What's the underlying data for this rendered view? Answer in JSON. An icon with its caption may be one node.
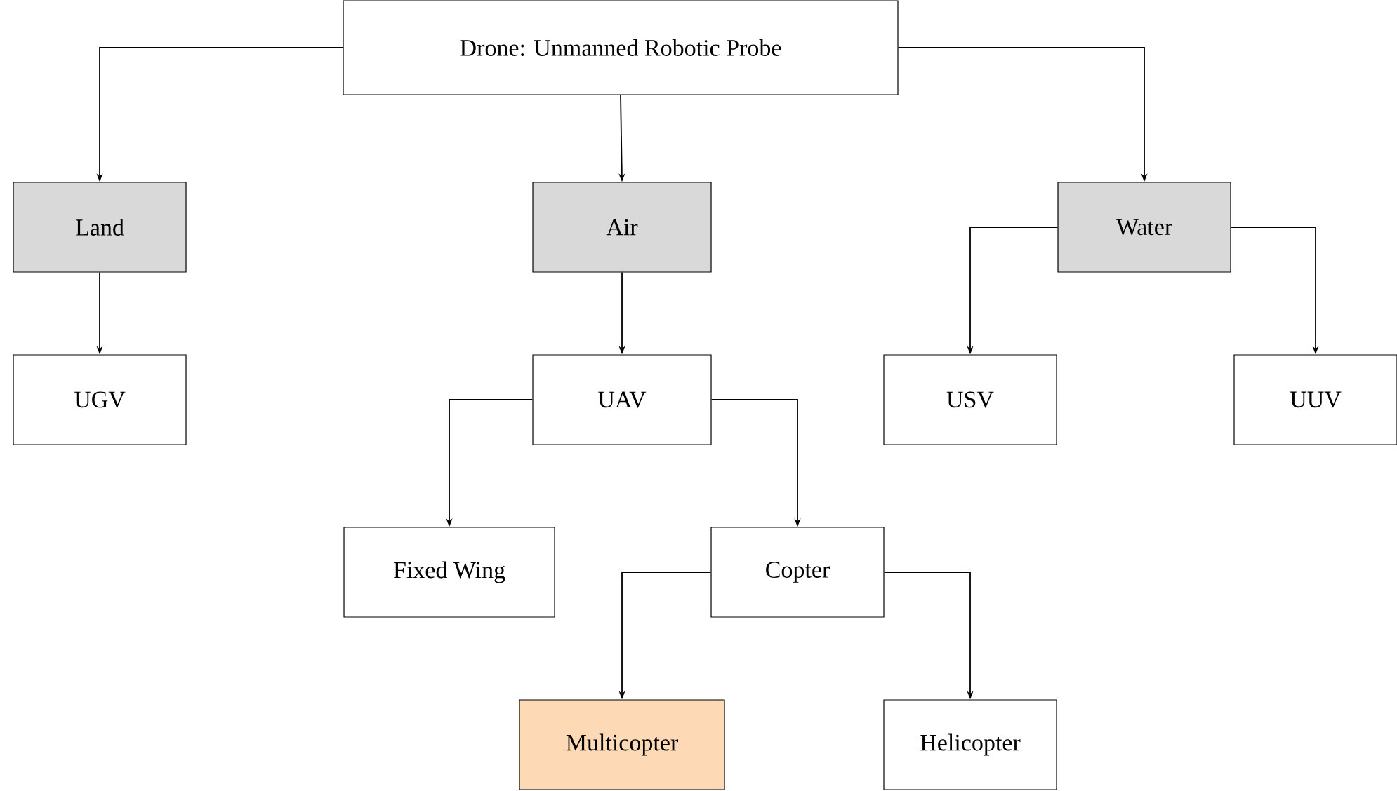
{
  "diagram": {
    "nodes": [
      {
        "text": [
          "Drone: Unmanned Robotic Probe"
        ]
      },
      {
        "text": [
          "Land"
        ]
      },
      {
        "text": [
          "Air"
        ]
      },
      {
        "text": [
          "Water"
        ]
      },
      {
        "text": [
          "UGV"
        ]
      },
      {
        "text": [
          "UAV"
        ]
      },
      {
        "text": [
          "USV"
        ]
      },
      {
        "text": [
          "UUV"
        ]
      },
      {
        "text": [
          "Fixed Wing"
        ]
      },
      {
        "text": [
          "Copter"
        ]
      },
      {
        "text": [
          "Multicopter"
        ]
      },
      {
        "text": [
          "Helicopter"
        ]
      }
    ],
    "edges": [
      {
        "from": 0,
        "to": 1,
        "arrow": "to"
      },
      {
        "from": 0,
        "to": 2,
        "arrow": "to"
      },
      {
        "from": 0,
        "to": 3,
        "arrow": "to"
      },
      {
        "from": 1,
        "to": 4,
        "arrow": "to"
      },
      {
        "from": 2,
        "to": 5,
        "arrow": "to"
      },
      {
        "from": 3,
        "to": 6,
        "arrow": "to"
      },
      {
        "from": 3,
        "to": 7,
        "arrow": "to"
      },
      {
        "from": 5,
        "to": 8,
        "arrow": "to"
      },
      {
        "from": 5,
        "to": 9,
        "arrow": "to"
      },
      {
        "from": 9,
        "to": 10,
        "arrow": "to"
      },
      {
        "from": 9,
        "to": 11,
        "arrow": "to"
      }
    ]
  }
}
